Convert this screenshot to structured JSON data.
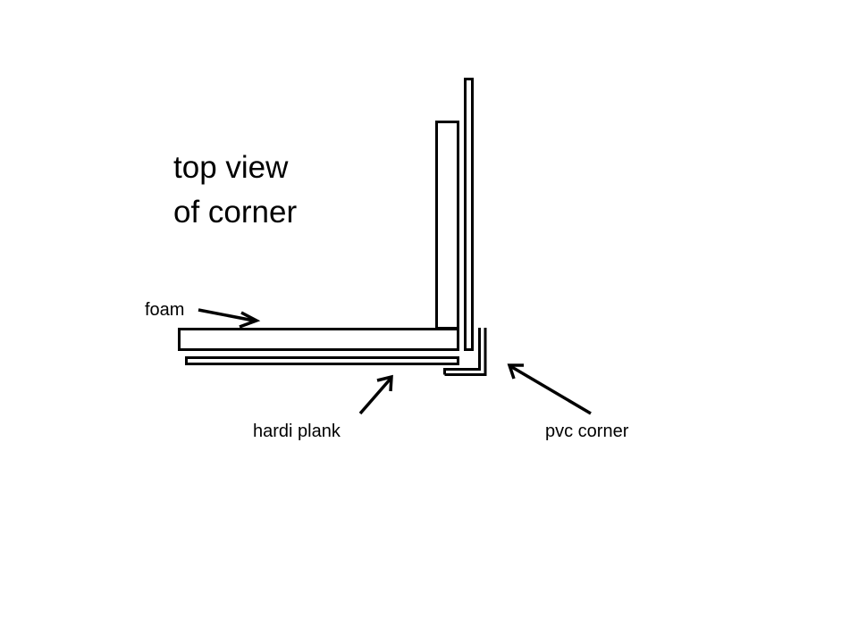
{
  "title": {
    "line1": "top view",
    "line2": "of corner"
  },
  "labels": {
    "foam": "foam",
    "hardi_plank": "hardi plank",
    "pvc_corner": "pvc corner"
  },
  "colors": {
    "stroke": "#000000",
    "background": "#ffffff"
  }
}
